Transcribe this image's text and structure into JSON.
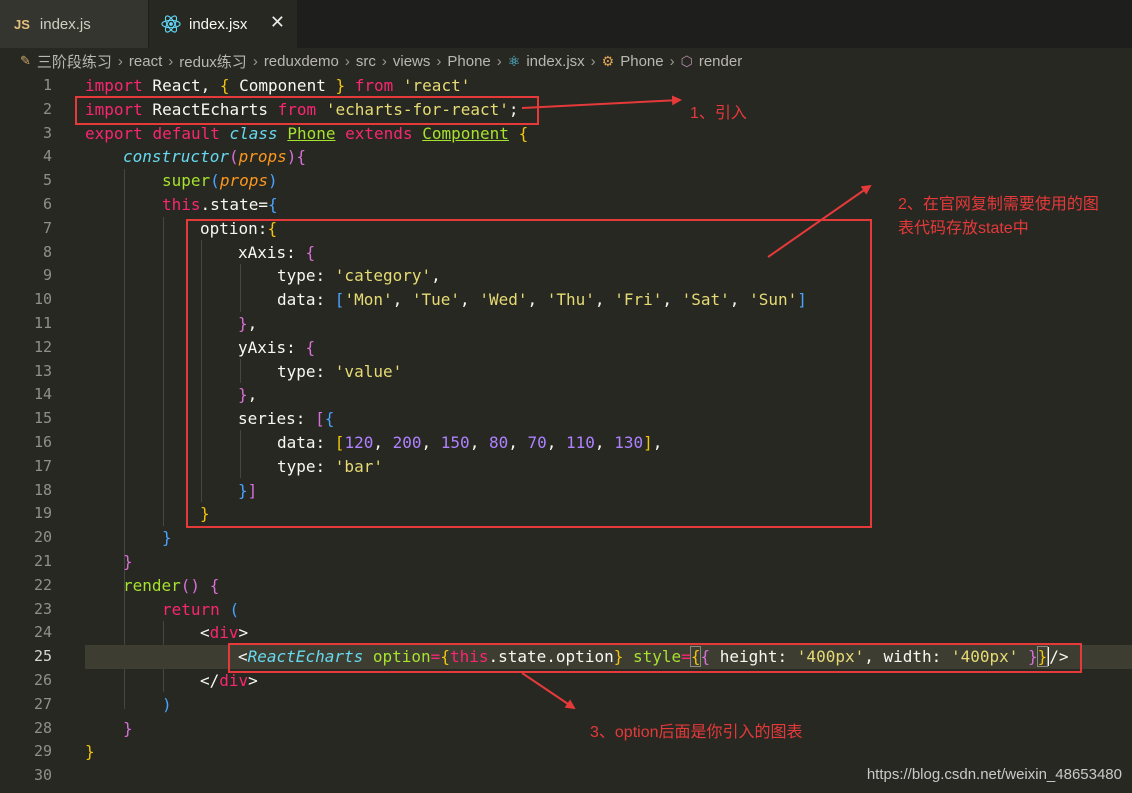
{
  "tabs": [
    {
      "icon": "JS",
      "label": "index.js"
    },
    {
      "label": "index.jsx",
      "close": "✕"
    }
  ],
  "breadcrumb": [
    "三阶段练习",
    "react",
    "redux练习",
    "reduxdemo",
    "src",
    "views",
    "Phone",
    "index.jsx",
    "Phone",
    "render"
  ],
  "line_numbers": [
    "1",
    "2",
    "3",
    "4",
    "5",
    "6",
    "7",
    "8",
    "9",
    "10",
    "11",
    "12",
    "13",
    "14",
    "15",
    "16",
    "17",
    "18",
    "19",
    "20",
    "21",
    "22",
    "23",
    "24",
    "25",
    "26",
    "27",
    "28",
    "29",
    "30"
  ],
  "code": {
    "l1": {
      "a": "import",
      "b": " React, ",
      "c": "{",
      "d": " Component ",
      "e": "}",
      "f": " from ",
      "g": "'react'"
    },
    "l2": {
      "a": "import",
      "b": " ReactEcharts ",
      "c": "from",
      "d": " ",
      "e": "'echarts-for-react'",
      "f": ";"
    },
    "l3": {
      "a": "export",
      "b": " ",
      "c": "default",
      "d": " ",
      "e": "class",
      "f": " ",
      "g": "Phone",
      "h": " ",
      "i": "extends",
      "j": " ",
      "k": "Component",
      "l": " ",
      "m": "{"
    },
    "l4": {
      "a": "constructor",
      "b": "(",
      "c": "props",
      "d": "){"
    },
    "l5": {
      "a": "super",
      "b": "(",
      "c": "props",
      "d": ")"
    },
    "l6": {
      "a": "this",
      "b": ".state=",
      "c": "{"
    },
    "l7": {
      "a": "option:",
      "b": "{"
    },
    "l8": {
      "a": "xAxis: ",
      "b": "{"
    },
    "l9": {
      "a": "type: ",
      "b": "'category'",
      "c": ","
    },
    "l10": {
      "a": "data: ",
      "b": "[",
      "c": "'Mon'",
      "d": ", ",
      "e": "'Tue'",
      "f": ", ",
      "g": "'Wed'",
      "h": ", ",
      "i": "'Thu'",
      "j": ", ",
      "k": "'Fri'",
      "l": ", ",
      "m": "'Sat'",
      "n": ", ",
      "o": "'Sun'",
      "p": "]"
    },
    "l11": {
      "a": "}",
      "b": ","
    },
    "l12": {
      "a": "yAxis: ",
      "b": "{"
    },
    "l13": {
      "a": "type: ",
      "b": "'value'"
    },
    "l14": {
      "a": "}",
      "b": ","
    },
    "l15": {
      "a": "series: ",
      "b": "[",
      "c": "{"
    },
    "l16": {
      "a": "data: ",
      "b": "[",
      "c": "120",
      "d": ", ",
      "e": "200",
      "f": ", ",
      "g": "150",
      "h": ", ",
      "i": "80",
      "j": ", ",
      "k": "70",
      "l": ", ",
      "m": "110",
      "n": ", ",
      "o": "130",
      "p": "]",
      ",": ","
    },
    "l17": {
      "a": "type: ",
      "b": "'bar'"
    },
    "l18": {
      "a": "}",
      "b": "]"
    },
    "l19": {
      "a": "}"
    },
    "l20": {
      "a": "}"
    },
    "l21": {
      "a": "}"
    },
    "l22": {
      "a": "render",
      "b": "() ",
      "c": "{"
    },
    "l23": {
      "a": "return",
      "b": " ",
      "c": "("
    },
    "l24": {
      "a": "<",
      "b": "div",
      ">": ">"
    },
    "l25": {
      "a": "<",
      "b": "ReactEcharts",
      "c": " ",
      "d": "option",
      "e": "=",
      "f": "{",
      "g": "this",
      "h": ".state.option",
      "i": "}",
      "j": " ",
      "k": "style",
      "l": "=",
      "m": "{",
      "n": "{",
      "o": " height: ",
      "p": "'400px'",
      "q": ", width: ",
      "r": "'400px'",
      "s": " ",
      "t": "}",
      "u": "}",
      "v": "/>"
    },
    "l26": {
      "a": "</",
      "b": "div",
      ">": ">"
    },
    "l27": {
      "a": ")"
    },
    "l28": {
      "a": "}"
    },
    "l29": {
      "a": "}"
    }
  },
  "annotations": {
    "note1": "1、引入",
    "note2_line1": "2、在官网复制需要使用的图",
    "note2_line2": "表代码存放state中",
    "note3": "3、option后面是你引入的图表"
  },
  "watermark": "https://blog.csdn.net/weixin_48653480",
  "colors": {
    "annotation_red": "#e5393a",
    "editor_bg": "#272822"
  }
}
